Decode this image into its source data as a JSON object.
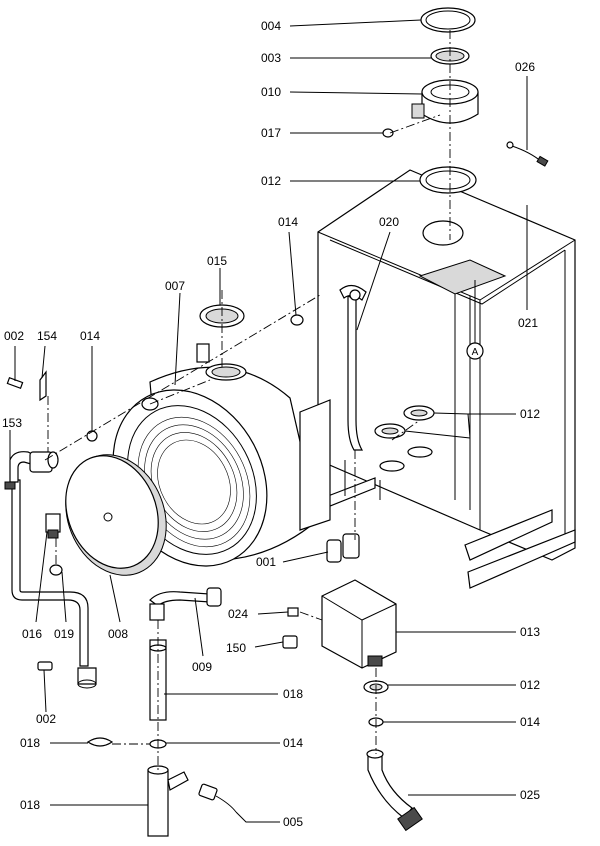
{
  "callouts": {
    "p004": "004",
    "p003": "003",
    "p010": "010",
    "p017": "017",
    "p026": "026",
    "p012_top": "012",
    "p014_top": "014",
    "p020": "020",
    "p015": "015",
    "p007": "007",
    "p021": "021",
    "p002_top": "002",
    "p154": "154",
    "p014_left": "014",
    "p153": "153",
    "p012_mid": "012",
    "p001": "001",
    "p024": "024",
    "p013": "013",
    "p150": "150",
    "p016": "016",
    "p019": "019",
    "p008": "008",
    "p009": "009",
    "p018_mid": "018",
    "p012_low": "012",
    "p002_low": "002",
    "p014_low": "014",
    "p018_clip": "018",
    "p014_bot": "014",
    "p018_bot": "018",
    "p025": "025",
    "p005": "005"
  },
  "marker_a": "A"
}
